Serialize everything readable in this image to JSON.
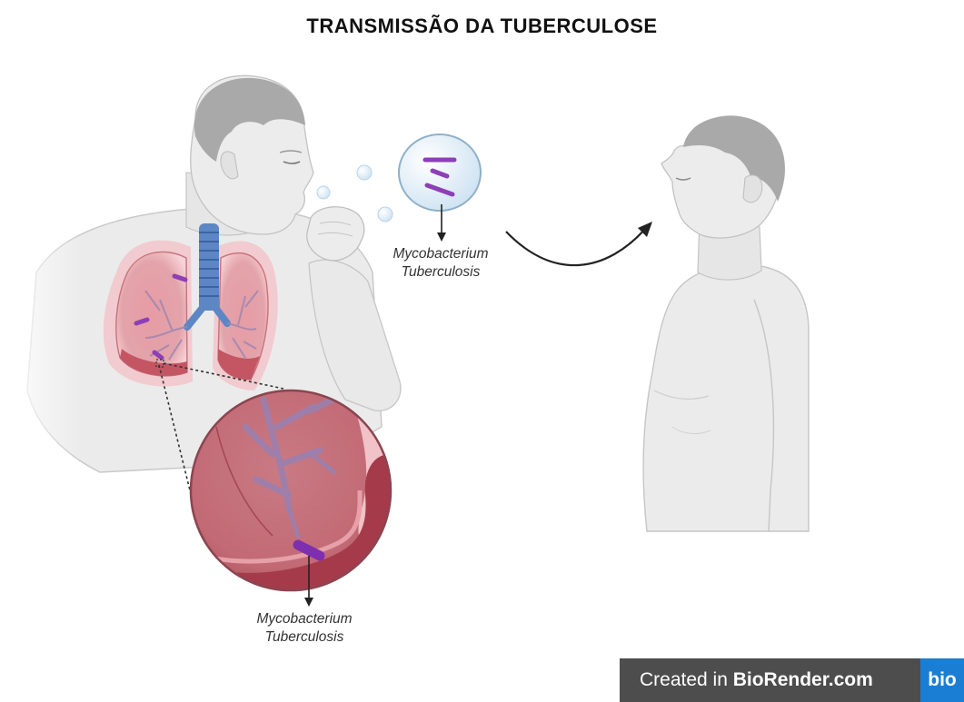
{
  "title": "TRANSMISSÃO DA TUBERCULOSE",
  "labels": {
    "droplet": {
      "line1": "Mycobacterium",
      "line2": "Tuberculosis"
    },
    "zoom": {
      "line1": "Mycobacterium",
      "line2": "Tuberculosis"
    }
  },
  "watermark": {
    "prefix": "Created in ",
    "brand": "BioRender.com",
    "logo": "bio"
  },
  "colors": {
    "skin": "#e9e9e9",
    "skin_outline": "#bdbdbd",
    "hair": "#a8a8a8",
    "lung": "#d98e96",
    "lung_glow": "#f3c6cb",
    "bronchi": "#8e7aa8",
    "trachea": "#4f7fc0",
    "bacteria": "#8e3fb5",
    "droplet": "#d3e6f3",
    "watermark_bg": "#4d4d4d",
    "logo_bg": "#1a7fd4"
  },
  "icons": [
    "coughing-man-icon",
    "lungs-icon",
    "bacteria-droplet-icon",
    "healthy-person-icon",
    "transmission-arrow-icon",
    "zoom-lens-icon"
  ]
}
